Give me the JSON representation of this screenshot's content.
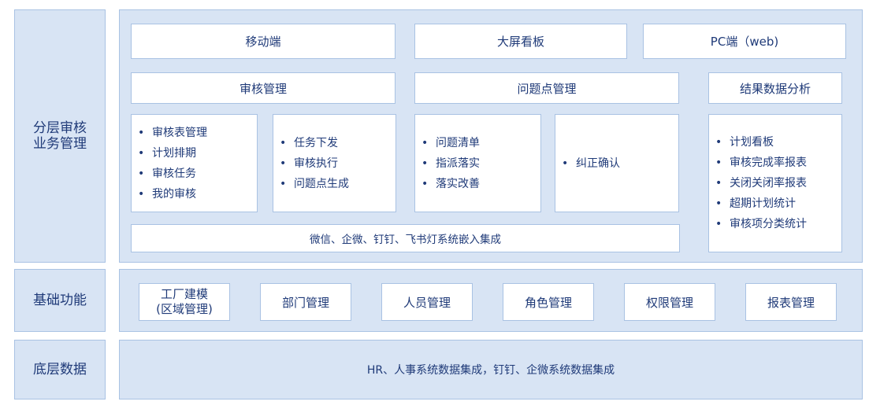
{
  "layers": {
    "audit": "分层审核\n业务管理",
    "basic": "基础功能",
    "data": "底层数据"
  },
  "clients": {
    "mobile": "移动端",
    "screen": "大屏看板",
    "pc": "PC端（web)"
  },
  "modules": {
    "audit_mgmt": "审核管理",
    "issue_mgmt": "问题点管理",
    "result_analysis": "结果数据分析"
  },
  "lists": {
    "audit_a": [
      "审核表管理",
      "计划排期",
      "审核任务",
      "我的审核"
    ],
    "audit_b": [
      "任务下发",
      "审核执行",
      "问题点生成"
    ],
    "issue_a": [
      "问题清单",
      "指派落实",
      "落实改善"
    ],
    "issue_b": [
      "纠正确认"
    ],
    "result": [
      "计划看板",
      "审核完成率报表",
      "关闭关闭率报表",
      "超期计划统计",
      "审核项分类统计"
    ]
  },
  "integration": "微信、企微、钉钉、飞书灯系统嵌入集成",
  "basic_functions": [
    "工厂建模\n(区域管理)",
    "部门管理",
    "人员管理",
    "角色管理",
    "权限管理",
    "报表管理"
  ],
  "data_integration": "HR、人事系统数据集成，钉钉、企微系统数据集成",
  "colors": {
    "panel": "#d8e4f4",
    "border": "#a9c2e3",
    "text": "#1f3a78"
  }
}
